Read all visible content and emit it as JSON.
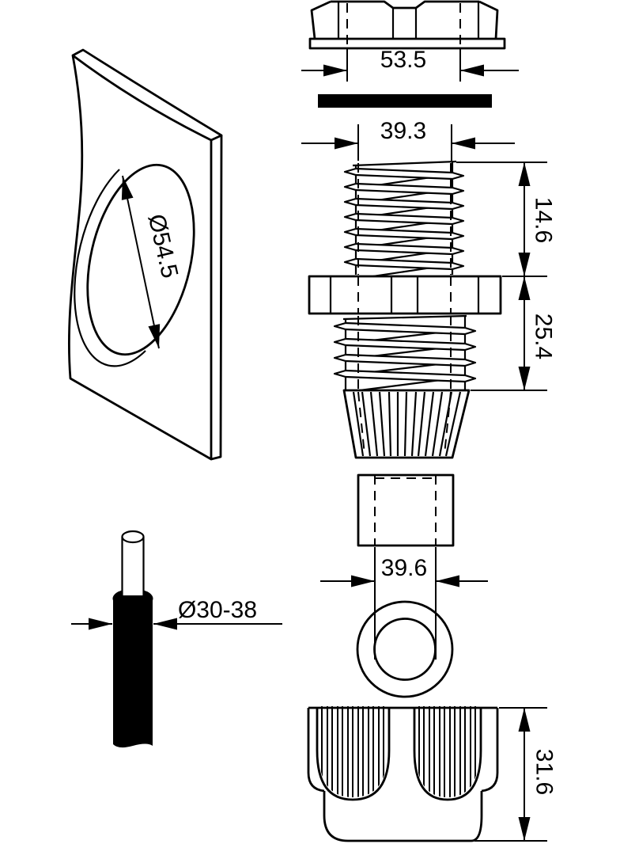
{
  "dimensions": {
    "plate_hole": "Ø54.5",
    "locknut_width": "53.5",
    "thread_width": "39.3",
    "upper_thread_length": "14.6",
    "lower_body_length": "25.4",
    "seal_bore_width": "39.6",
    "cable_range": "Ø30-38",
    "cap_height": "31.6"
  }
}
